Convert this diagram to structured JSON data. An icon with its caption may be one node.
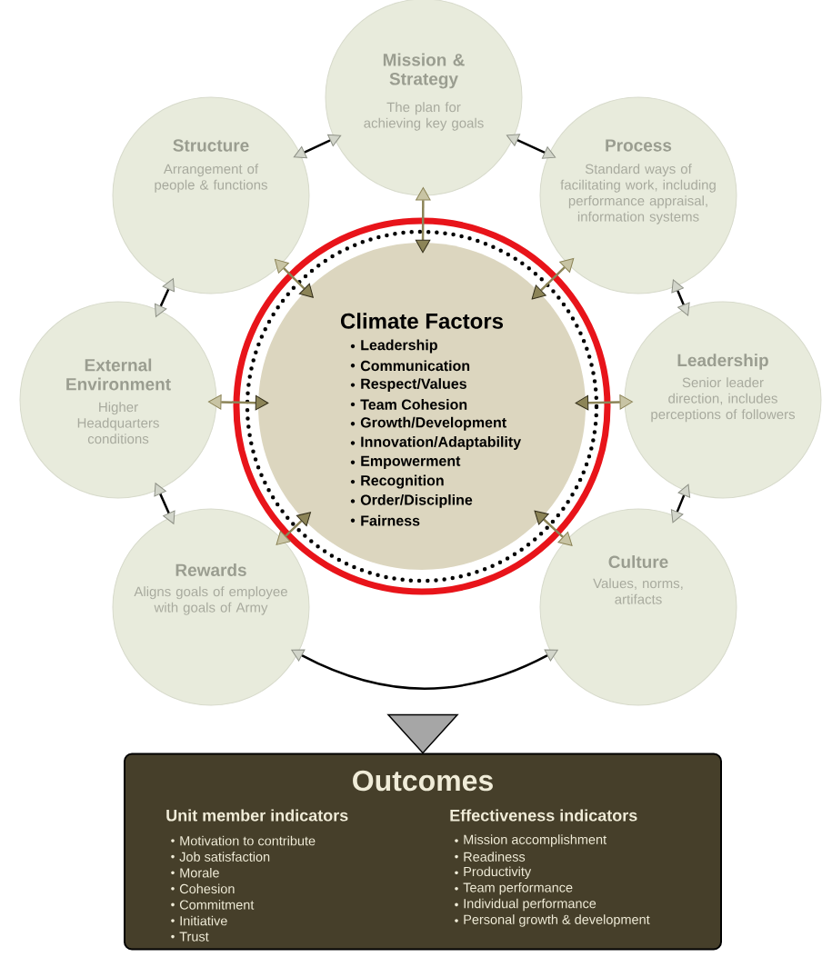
{
  "diagram": {
    "nodes": [
      {
        "text": [
          "Mission & Strategy",
          "The plan for achieving key goals"
        ]
      },
      {
        "text": [
          "Process",
          "Standard ways of facilitating work, including performance appraisal, information systems"
        ]
      },
      {
        "text": [
          "Leadership",
          "Senior leader direction, includes perceptions of followers"
        ]
      },
      {
        "text": [
          "Culture",
          "Values, norms, artifacts"
        ]
      },
      {
        "text": [
          "Rewards",
          "Aligns goals of employee with goals of Army"
        ]
      },
      {
        "text": [
          "External Environment",
          "Higher Headquarters conditions"
        ]
      },
      {
        "text": [
          "Structure",
          "Arrangement of people & functions"
        ]
      },
      {
        "text": [
          "Climate Factors",
          "Leadership",
          "Communication",
          "Respect/Values",
          "Team Cohesion",
          "Growth/Development",
          "Innovation/Adaptability",
          "Empowerment",
          "Recognition",
          "Order/Discipline",
          "Fairness"
        ]
      },
      {
        "text": [
          "Outcomes",
          "Unit member indicators",
          "Motivation to contribute",
          "Job satisfaction",
          "Morale",
          "Cohesion",
          "Commitment",
          "Initiative",
          "Trust",
          "Effectiveness indicators",
          "Mission accomplishment",
          "Readiness",
          "Productivity",
          "Team performance",
          "Individual performance",
          "Personal growth & development"
        ]
      }
    ],
    "edges": [
      {
        "from": 0,
        "to": 1,
        "arrow": "both",
        "color": "#000000"
      },
      {
        "from": 1,
        "to": 2,
        "arrow": "both",
        "color": "#000000"
      },
      {
        "from": 2,
        "to": 3,
        "arrow": "both",
        "color": "#000000"
      },
      {
        "from": 3,
        "to": 4,
        "arrow": "both",
        "color": "#000000"
      },
      {
        "from": 4,
        "to": 5,
        "arrow": "both",
        "color": "#000000"
      },
      {
        "from": 5,
        "to": 6,
        "arrow": "both",
        "color": "#000000"
      },
      {
        "from": 6,
        "to": 0,
        "arrow": "both",
        "color": "#000000"
      },
      {
        "from": 0,
        "to": 7,
        "arrow": "both",
        "color": "#8c8457"
      },
      {
        "from": 1,
        "to": 7,
        "arrow": "both",
        "color": "#8c8457"
      },
      {
        "from": 2,
        "to": 7,
        "arrow": "both",
        "color": "#8c8457"
      },
      {
        "from": 3,
        "to": 7,
        "arrow": "both",
        "color": "#8c8457"
      },
      {
        "from": 4,
        "to": 7,
        "arrow": "both",
        "color": "#8c8457"
      },
      {
        "from": 5,
        "to": 7,
        "arrow": "both",
        "color": "#8c8457"
      },
      {
        "from": 6,
        "to": 7,
        "arrow": "both",
        "color": "#8c8457"
      },
      {
        "from": null,
        "to": 8,
        "arrow": "to",
        "color": "#a6a6a6"
      }
    ]
  }
}
